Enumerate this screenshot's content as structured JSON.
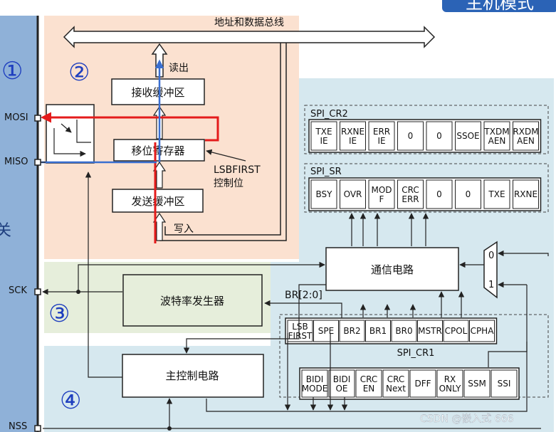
{
  "header": {
    "address_bus": "地址和数据总线",
    "mode_badge": "主机模式",
    "left_edge_char": "关"
  },
  "regions": {
    "r1": "①",
    "r2": "②",
    "r3": "③",
    "r4": "④"
  },
  "pins": {
    "mosi": "MOSI",
    "miso": "MISO",
    "sck": "SCK",
    "nss": "NSS"
  },
  "blocks": {
    "rx_buffer": "接收缓冲区",
    "shift_register": "移位寄存器",
    "tx_buffer": "发送缓冲区",
    "comm_circuit": "通信电路",
    "baud_generator": "波特率发生器",
    "main_control": "主控制电路"
  },
  "labels": {
    "read_out": "读出",
    "write_in": "写入",
    "lsbfirst_line1": "LSBFIRST",
    "lsbfirst_line2": "控制位",
    "br": "BR[2:0]",
    "mux_0": "0",
    "mux_1": "1",
    "watermark": "CSDN @嵌入式 666"
  },
  "registers": {
    "cr2": {
      "title": "SPI_CR2",
      "bits": [
        [
          "TXE",
          "IE"
        ],
        [
          "RXNE",
          "IE"
        ],
        [
          "ERR",
          "IE"
        ],
        [
          "0"
        ],
        [
          "0"
        ],
        [
          "SSOE"
        ],
        [
          "TXDM",
          "AEN"
        ],
        [
          "RXDM",
          "AEN"
        ]
      ]
    },
    "sr": {
      "title": "SPI_SR",
      "bits": [
        [
          "BSY"
        ],
        [
          "OVR"
        ],
        [
          "MOD",
          "F"
        ],
        [
          "CRC",
          "ERR"
        ],
        [
          "0"
        ],
        [
          "0"
        ],
        [
          "TXE"
        ],
        [
          "RXNE"
        ]
      ]
    },
    "cr1a": {
      "title": "SPI_CR1",
      "bits": [
        [
          "LSB",
          "FIRST"
        ],
        [
          "SPE"
        ],
        [
          "BR2"
        ],
        [
          "BR1"
        ],
        [
          "BR0"
        ],
        [
          "MSTR"
        ],
        [
          "CPOL"
        ],
        [
          "CPHA"
        ]
      ]
    },
    "cr1b": {
      "bits": [
        [
          "BIDI",
          "MODE"
        ],
        [
          "BIDI",
          "OE"
        ],
        [
          "CRC",
          "EN"
        ],
        [
          "CRC",
          "Next"
        ],
        [
          "DFF"
        ],
        [
          "RX",
          "ONLY"
        ],
        [
          "SSM"
        ],
        [
          "SSI"
        ]
      ]
    }
  },
  "colors": {
    "region2_bg": "#fbe1d0",
    "region_blue_bg": "#d6e8ef",
    "region3_bg": "#e6eedb",
    "left_bar": "#8fb1d8",
    "badge": "#2b63b6",
    "red_path": "#e41b1b",
    "blue_path": "#3a6fd0",
    "annotation": "#1f3fbf"
  }
}
